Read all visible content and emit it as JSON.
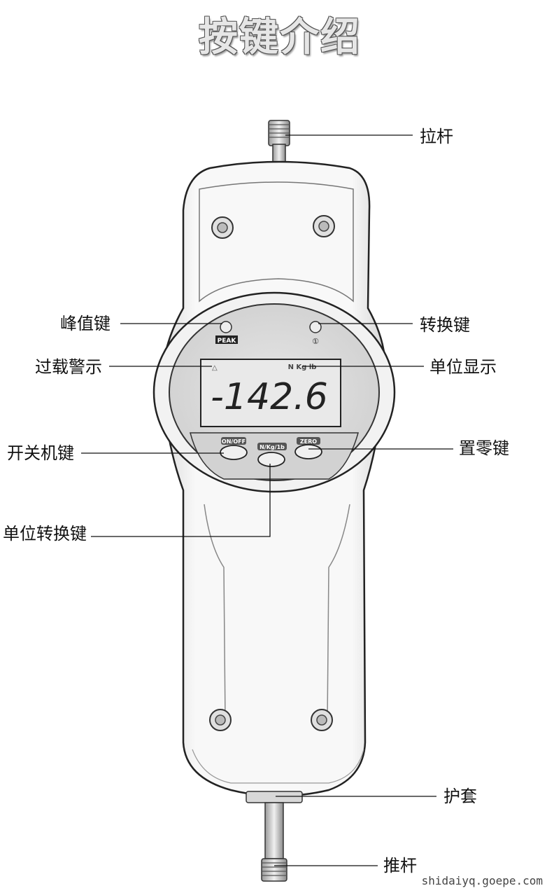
{
  "title": "按键介绍",
  "labels": {
    "pull_rod": "拉杆",
    "peak_key": "峰值键",
    "switch_key": "转换键",
    "overload_warning": "过载警示",
    "unit_display": "单位显示",
    "power_key": "开关机键",
    "zero_key": "置零键",
    "unit_switch_key": "单位转换键",
    "sleeve": "护套",
    "push_rod": "推杆"
  },
  "device": {
    "display_value": "-142.6",
    "units_indicator": "N Kg lb",
    "overload_symbol": "△",
    "peak_tag": "PEAK",
    "switch_tag": "①",
    "button_onoff": "ON/OFF",
    "button_unit": "N/Kg/1b",
    "button_zero": "ZERO"
  },
  "watermark": "shidaiyq.goepe.com",
  "colors": {
    "outline": "#2a2a2a",
    "body": "#f6f6f6",
    "lcd": "#e9e9e9"
  }
}
